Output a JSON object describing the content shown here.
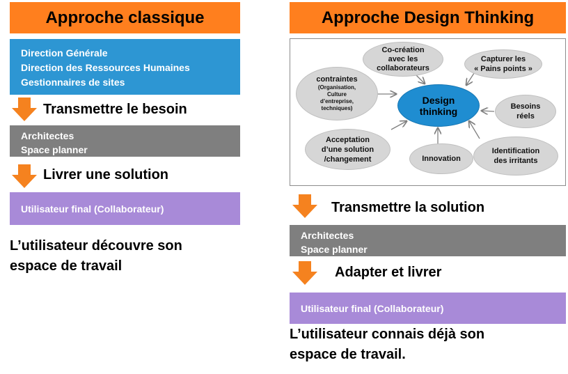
{
  "left": {
    "title": "Approche classique",
    "blue_lines": [
      "Direction Générale",
      "Direction des Ressources Humaines",
      "Gestionnaires de sites"
    ],
    "step1": "Transmettre le besoin",
    "gray_lines": [
      "Architectes",
      "Space planner"
    ],
    "step2": "Livrer une solution",
    "purple": "Utilisateur final (Collaborateur)",
    "note_lines": [
      "L’utilisateur découvre son",
      "espace de travail"
    ]
  },
  "right": {
    "title": "Approche Design Thinking",
    "diagram": {
      "center": "Design\nthinking",
      "nodes": {
        "cocreation": "Co-création\navec les\ncollaborateurs",
        "pains": "Capturer les\n« Pains points »",
        "contraintes_title": "contraintes",
        "contraintes_detail": "(Organisation,\nCulture\nd’entreprise,\ntechniques)",
        "besoins": "Besoins\nréels",
        "acceptation": "Acceptation\nd’une solution\n/changement",
        "innovation": "Innovation",
        "irritants": "Identification\ndes irritants"
      }
    },
    "step1": "Transmettre la solution",
    "gray_lines": [
      "Architectes",
      "Space planner"
    ],
    "step2": "Adapter et livrer",
    "purple": "Utilisateur final (Collaborateur)",
    "note_lines": [
      "L’utilisateur connais déjà son",
      "espace de travail."
    ]
  },
  "colors": {
    "header_orange": "#ff7f1e",
    "arrow_orange": "#f5821f",
    "blue": "#2d96d3",
    "gray": "#7f7f7f",
    "purple": "#a88ad8",
    "bubble_gray": "#d6d6d6",
    "center_blue": "#1f8dd1"
  }
}
